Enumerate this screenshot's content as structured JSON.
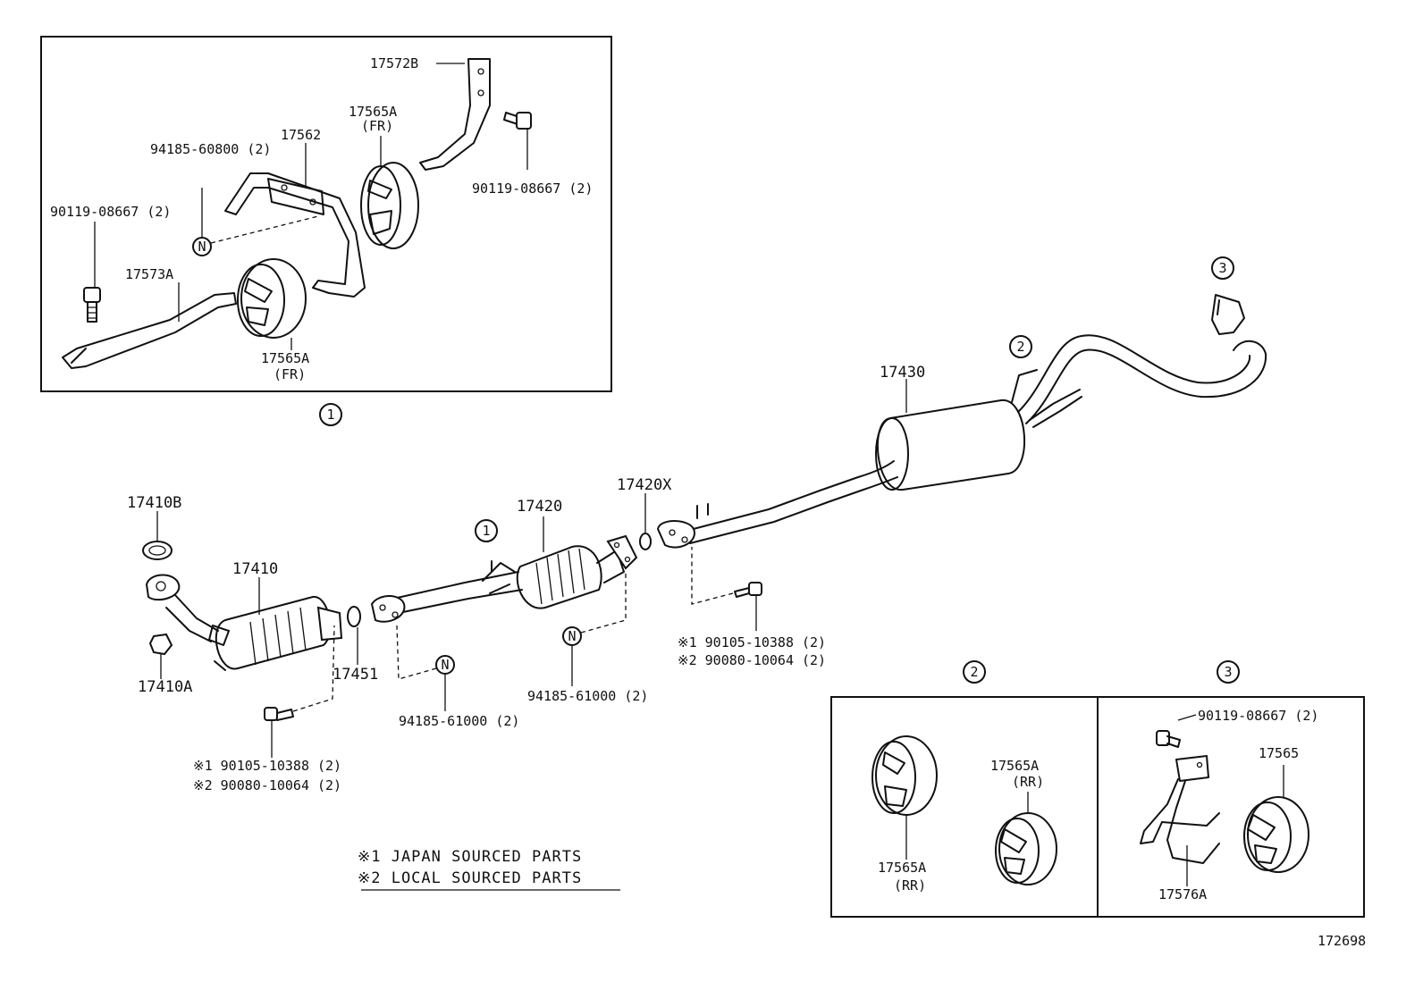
{
  "diagram_id": "172698",
  "callouts": {
    "c1": "1",
    "c2": "2",
    "c3": "3",
    "n": "N"
  },
  "labels": {
    "p17572B": "17572B",
    "p17565A_top": "17565A",
    "fr_top": "(FR)",
    "p17562": "17562",
    "p94185_60800": "94185-60800 (2)",
    "p90119_tl": "90119-08667 (2)",
    "p90119_tr": "90119-08667 (2)",
    "p17573A": "17573A",
    "p17565A_bot": "17565A",
    "fr_bot": "(FR)",
    "p17430": "17430",
    "p17420X": "17420X",
    "p17420": "17420",
    "p17410B": "17410B",
    "p17410": "17410",
    "p17410A": "17410A",
    "p17451": "17451",
    "p94185_61000_a": "94185-61000 (2)",
    "p94185_61000_b": "94185-61000 (2)",
    "star1_right": "※1 90105-10388 (2)",
    "star2_right": "※2 90080-10064 (2)",
    "star1_left": "※1 90105-10388 (2)",
    "star2_left": "※2 90080-10064 (2)",
    "p17565A_rr_left": "17565A",
    "rr_left": "(RR)",
    "p17565A_rr_right": "17565A",
    "rr_right": "(RR)",
    "p90119_box3": "90119-08667 (2)",
    "p17565": "17565",
    "p17576A": "17576A"
  },
  "notes": {
    "line1": "※1  JAPAN SOURCED PARTS",
    "line2": "※2  LOCAL SOURCED PARTS"
  }
}
